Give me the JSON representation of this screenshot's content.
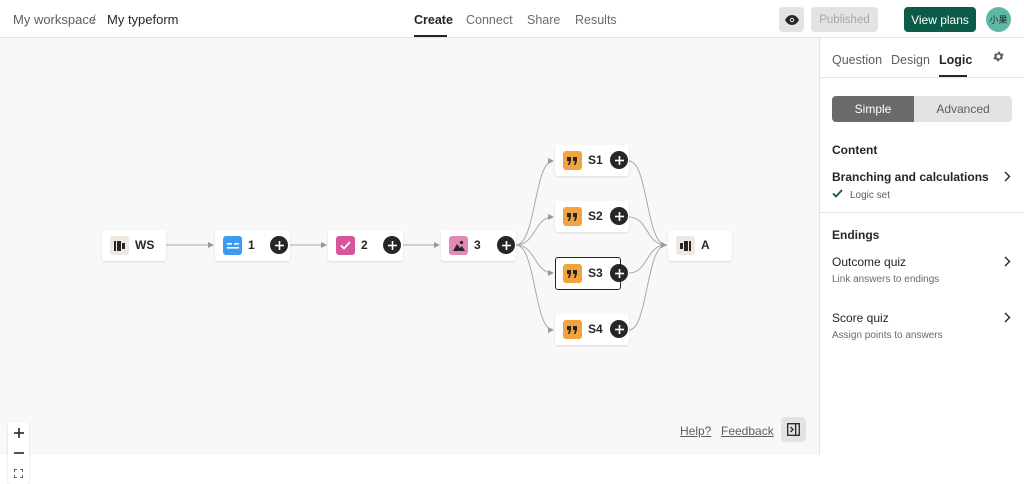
{
  "header": {
    "breadcrumb": {
      "workspace": "My workspace",
      "separator": "/",
      "form": "My typeform"
    },
    "tabs": [
      {
        "label": "Create",
        "active": true
      },
      {
        "label": "Connect",
        "active": false
      },
      {
        "label": "Share",
        "active": false
      },
      {
        "label": "Results",
        "active": false
      }
    ],
    "preview_icon": "eye-icon",
    "published_label": "Published",
    "view_plans_label": "View plans",
    "avatar_text": "小果"
  },
  "canvas": {
    "nodes": [
      {
        "label": "WS",
        "icon": "welcome-screen-icon",
        "icon_color": "#efe8e0"
      },
      {
        "label": "1",
        "icon": "short-text-icon",
        "icon_color": "#3d9bf0"
      },
      {
        "label": "2",
        "icon": "checkbox-icon",
        "icon_color": "#d6569c"
      },
      {
        "label": "3",
        "icon": "picture-choice-icon",
        "icon_color": "#e18ab3"
      },
      {
        "label": "S1",
        "icon": "statement-quote-icon",
        "icon_color": "#f2a23e"
      },
      {
        "label": "S2",
        "icon": "statement-quote-icon",
        "icon_color": "#f2a23e"
      },
      {
        "label": "S3",
        "icon": "statement-quote-icon",
        "icon_color": "#f2a23e"
      },
      {
        "label": "S4",
        "icon": "statement-quote-icon",
        "icon_color": "#f2a23e"
      },
      {
        "label": "A",
        "icon": "ending-screen-icon",
        "icon_color": "#efe8e0"
      }
    ],
    "selected_node": "S3",
    "help_label": "Help?",
    "feedback_label": "Feedback"
  },
  "panel": {
    "tabs": [
      {
        "label": "Question",
        "active": false
      },
      {
        "label": "Design",
        "active": false
      },
      {
        "label": "Logic",
        "active": true
      }
    ],
    "mode": {
      "simple": "Simple",
      "advanced": "Advanced",
      "selected": "Simple"
    },
    "content": {
      "title": "Content",
      "branching_title": "Branching and calculations",
      "branching_status": "Logic set"
    },
    "endings": {
      "title": "Endings",
      "outcome_title": "Outcome quiz",
      "outcome_sub": "Link answers to endings",
      "score_title": "Score quiz",
      "score_sub": "Assign points to answers"
    }
  },
  "colors": {
    "accent": "#0c5b48",
    "dark": "#262627",
    "logic_check": "#0c5b48"
  }
}
